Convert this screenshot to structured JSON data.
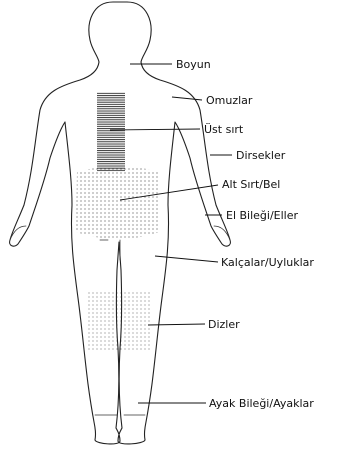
{
  "labels": {
    "neck": "Boyun",
    "shoulders": "Omuzlar",
    "upper_back": "Üst sırt",
    "elbows": "Dirsekler",
    "lower_back": "Alt Sırt/Bel",
    "wrists_hands": "El Bileği/Eller",
    "hips_thighs": "Kalçalar/Uyluklar",
    "knees": "Dizler",
    "ankles_feet": "Ayak Bileği/Ayaklar"
  }
}
